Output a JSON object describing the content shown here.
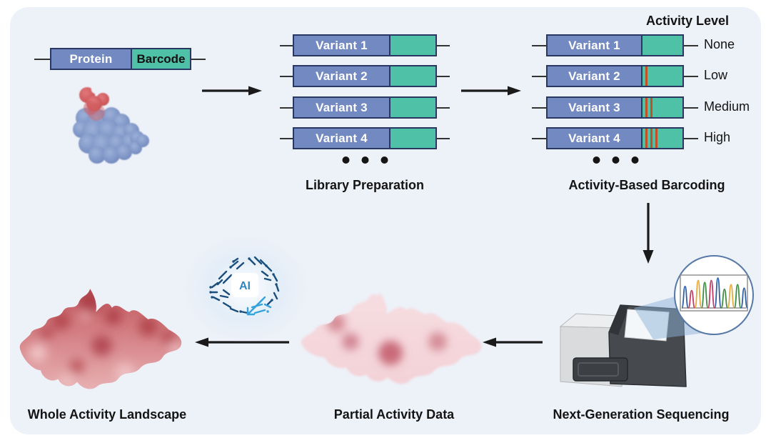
{
  "figure": {
    "construct": {
      "protein": "Protein",
      "barcode": "Barcode"
    },
    "library": {
      "caption": "Library Preparation",
      "variants": [
        "Variant 1",
        "Variant 2",
        "Variant 3",
        "Variant 4"
      ],
      "ellipsis_dots": 3
    },
    "barcoding": {
      "header": "Activity Level",
      "caption": "Activity-Based Barcoding",
      "rows": [
        {
          "variant": "Variant 1",
          "stripes": 0,
          "level": "None"
        },
        {
          "variant": "Variant 2",
          "stripes": 1,
          "level": "Low"
        },
        {
          "variant": "Variant 3",
          "stripes": 2,
          "level": "Medium"
        },
        {
          "variant": "Variant 4",
          "stripes": 3,
          "level": "High"
        }
      ],
      "ellipsis_dots": 3
    },
    "ngs": {
      "caption": "Next-Generation Sequencing",
      "chromatogram": {
        "peaks": [
          {
            "color": "#2f5fa7",
            "h": 0.72
          },
          {
            "color": "#c43a67",
            "h": 0.58
          },
          {
            "color": "#e6a93c",
            "h": 0.92
          },
          {
            "color": "#3f8c45",
            "h": 0.85
          },
          {
            "color": "#c43a67",
            "h": 0.92
          },
          {
            "color": "#2f5fa7",
            "h": 1.0
          },
          {
            "color": "#3f8c45",
            "h": 0.62
          },
          {
            "color": "#e6a93c",
            "h": 0.78
          },
          {
            "color": "#3f8c45",
            "h": 0.78
          },
          {
            "color": "#2f5fa7",
            "h": 0.66
          }
        ]
      }
    },
    "ai": {
      "label": "AI"
    },
    "partial": {
      "caption": "Partial Activity Data"
    },
    "whole": {
      "caption": "Whole Activity Landscape"
    },
    "colors": {
      "variant_fill": "#7389c1",
      "barcode_fill": "#4ec1a7",
      "outline": "#293863",
      "stripe": "#c14f28",
      "panel_bg": "#edf1f8",
      "arrow": "#1a1a1a"
    }
  }
}
